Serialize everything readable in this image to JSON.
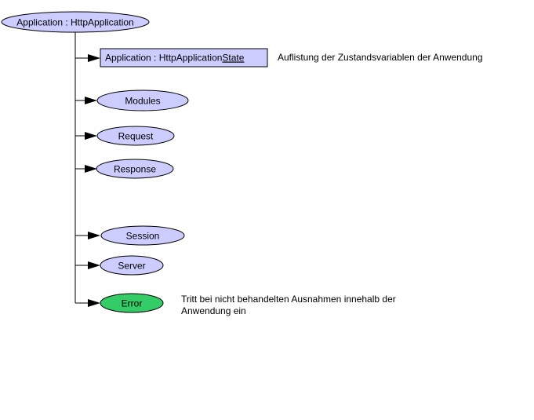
{
  "root": {
    "label": "Application : HttpApplication"
  },
  "state_box": {
    "label_main": "Application : HttpApplication",
    "label_link": "State",
    "description": "Auflistung der Zustandsvariablen der Anwendung"
  },
  "children": [
    {
      "label": "Modules"
    },
    {
      "label": "Request"
    },
    {
      "label": "Response"
    },
    {
      "label": "Session"
    },
    {
      "label": "Server"
    }
  ],
  "error_node": {
    "label": "Error",
    "description": "Tritt bei nicht behandelten Ausnahmen innehalb der Anwendung ein"
  },
  "colors": {
    "node_fill": "#CCCCFF",
    "error_fill": "#33CC66",
    "stroke": "#000000",
    "background": "#FFFFFF"
  }
}
